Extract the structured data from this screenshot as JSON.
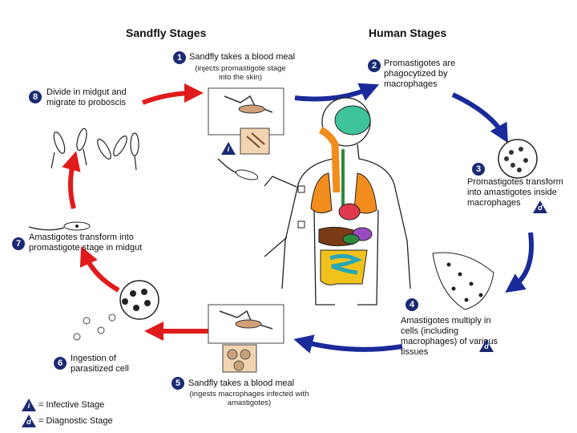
{
  "headers": {
    "sandfly": "Sandfly Stages",
    "human": "Human Stages"
  },
  "steps": [
    {
      "n": "1",
      "text": "Sandfly takes a blood meal",
      "sub": "(injects promastigote stage into the skin)"
    },
    {
      "n": "2",
      "text": "Promastigotes are phagocytized by macrophages"
    },
    {
      "n": "3",
      "text": "Promastigotes transform into amastigotes inside macrophages"
    },
    {
      "n": "4",
      "text": "Amastigotes multiply in cells (including macrophages) of various tissues"
    },
    {
      "n": "5",
      "text": "Sandfly takes a blood meal",
      "sub": "(ingests macrophages infected with amastigotes)"
    },
    {
      "n": "6",
      "text": "Ingestion of parasitized cell"
    },
    {
      "n": "7",
      "text": "Amastigotes transform into promastigote stage in midgut"
    },
    {
      "n": "8",
      "text": "Divide in midgut and migrate to proboscis"
    }
  ],
  "legend": {
    "infective_symbol": "i",
    "infective_label": "= Infective Stage",
    "diagnostic_symbol": "d",
    "diagnostic_label": "= Diagnostic Stage"
  },
  "colors": {
    "human_arrows": "#1a2a9a",
    "sandfly_arrows": "#e01b1b",
    "badge": "#1a2a73"
  }
}
